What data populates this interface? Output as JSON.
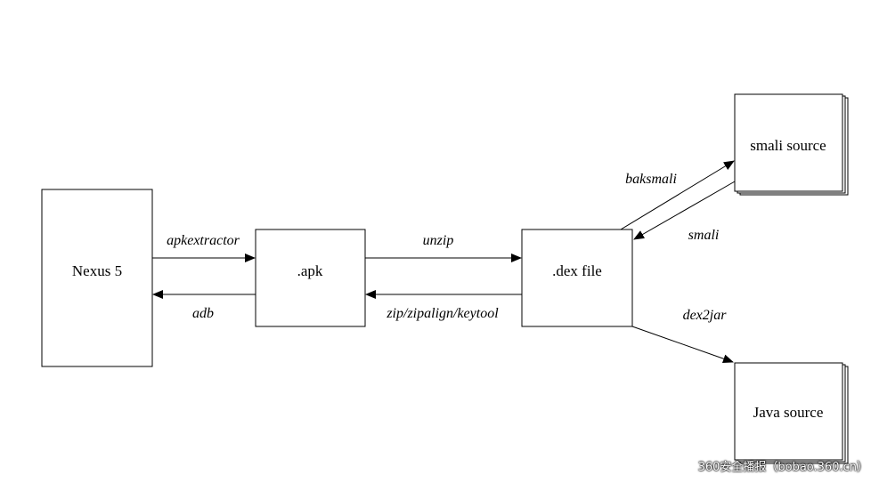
{
  "nodes": {
    "nexus": "Nexus 5",
    "apk": ".apk",
    "dex": ".dex file",
    "smali_source": "smali source",
    "java_source": "Java source"
  },
  "edges": {
    "apkextractor": "apkextractor",
    "adb": "adb",
    "unzip": "unzip",
    "zip": "zip/zipalign/keytool",
    "baksmali": "baksmali",
    "smali": "smali",
    "dex2jar": "dex2jar"
  },
  "watermark": "360安全播报（bobao.360.cn）"
}
